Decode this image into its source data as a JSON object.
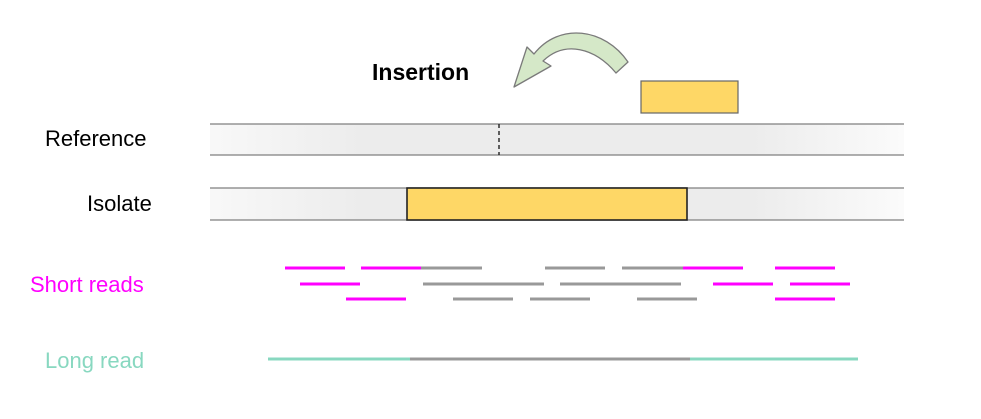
{
  "labels": {
    "title": "Insertion",
    "reference": "Reference",
    "isolate": "Isolate",
    "short_reads": "Short reads",
    "long_read": "Long read"
  },
  "colors": {
    "insert_fill": "#fed766",
    "short_read": "#ff00ff",
    "long_read": "#88d8c0",
    "read_gray": "#999999",
    "arrow_fill": "#d5e8c8",
    "arrow_stroke": "#7a7a7a",
    "strip_line": "#7f7f7f"
  }
}
